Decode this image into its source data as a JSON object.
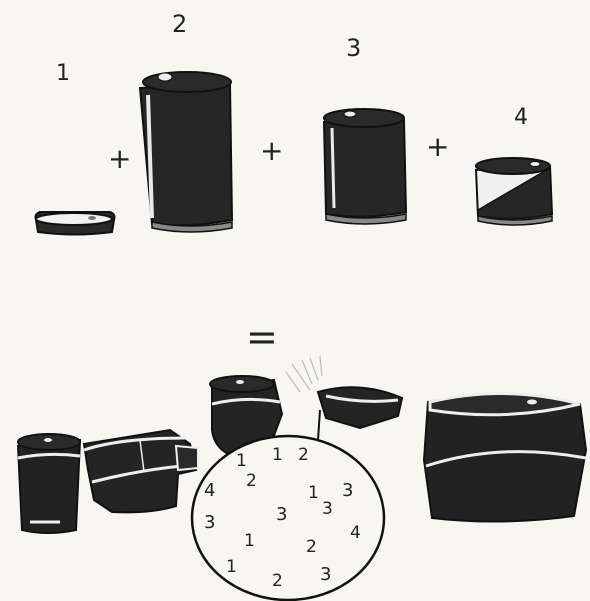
{
  "top_row": {
    "labels": [
      "1",
      "2",
      "3",
      "4"
    ],
    "operators": [
      "+",
      "+",
      "+"
    ]
  },
  "equals": "=",
  "circle_numbers": [
    "1",
    "1",
    "2",
    "2",
    "4",
    "1",
    "3",
    "3",
    "3",
    "1",
    "4",
    "3",
    "2",
    "1",
    "2",
    "3"
  ]
}
